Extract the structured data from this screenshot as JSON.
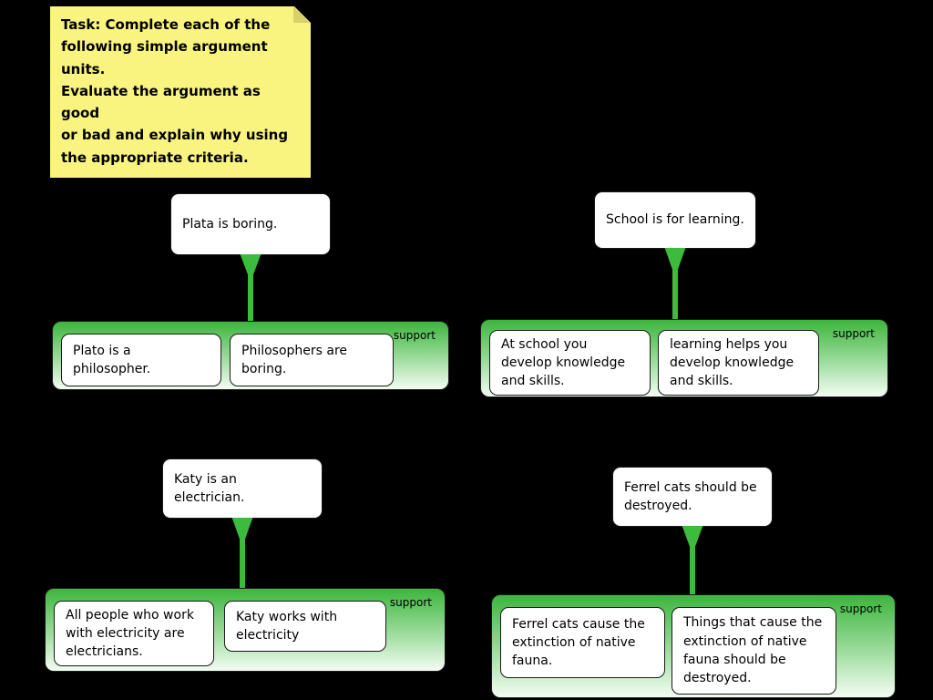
{
  "note": {
    "text": "Task: Complete each of the\nfollowing simple argument units.\nEvaluate the argument as good\nor bad and explain why using\nthe appropriate criteria."
  },
  "colors": {
    "background": "#000000",
    "note_yellow": "#f9f37f",
    "support_green": "#3db53d",
    "box_white": "#ffffff"
  },
  "arguments": [
    {
      "claim": "Plata is boring.",
      "support_label": "support",
      "premises": [
        "Plato is a philosopher.",
        "Philosophers are boring."
      ]
    },
    {
      "claim": "School is for learning.",
      "support_label": "support",
      "premises": [
        "At school you develop knowledge and skills.",
        "learning helps you develop knowledge and skills."
      ]
    },
    {
      "claim": "Katy is an electrician.",
      "support_label": "support",
      "premises": [
        "All people who work with electricity are electricians.",
        "Katy works with electricity"
      ]
    },
    {
      "claim": "Ferrel cats should be destroyed.",
      "support_label": "support",
      "premises": [
        "Ferrel cats cause the extinction of native fauna.",
        "Things that cause the extinction of native fauna should be destroyed."
      ]
    }
  ]
}
